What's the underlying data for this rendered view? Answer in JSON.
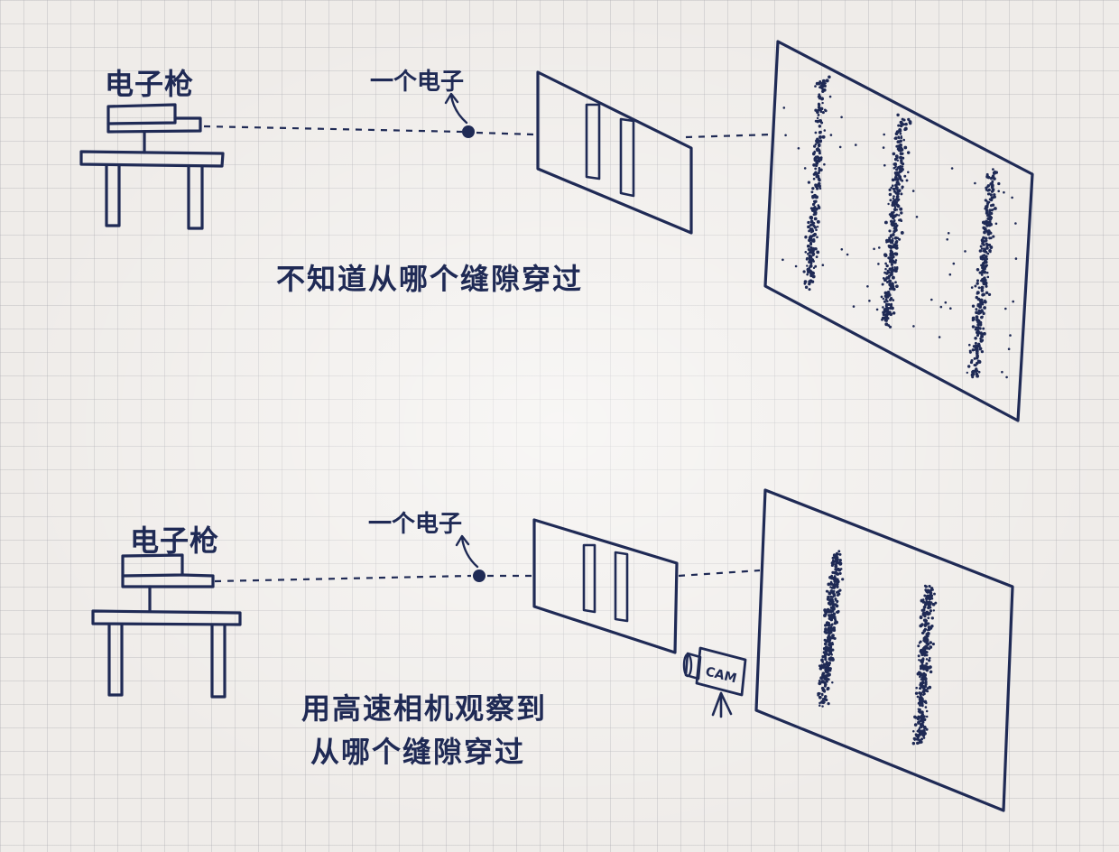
{
  "top": {
    "gun_label": "电子枪",
    "electron_label": "一个电子",
    "caption": "不知道从哪个缝隙穿过"
  },
  "bottom": {
    "gun_label": "电子枪",
    "electron_label": "一个电子",
    "caption_line1": "用高速相机观察到",
    "caption_line2": "从哪个缝隙穿过",
    "camera_label": "CAM"
  },
  "colors": {
    "ink": "#1f2a55",
    "paper": "#efece9",
    "grid": "#aaaaaf"
  },
  "screens": {
    "top": {
      "pattern": "interference",
      "bands": 3
    },
    "bottom": {
      "pattern": "two-band",
      "bands": 2
    }
  }
}
